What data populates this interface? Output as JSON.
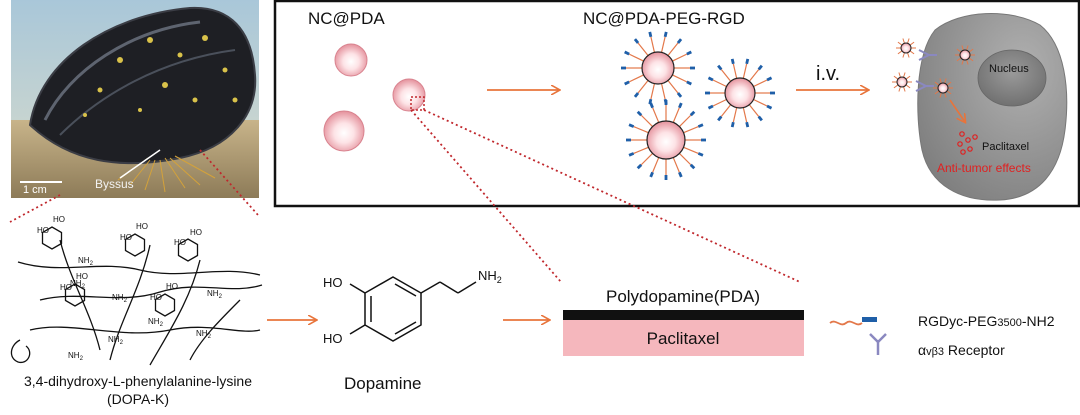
{
  "photo": {
    "scale_label": "1 cm",
    "byssus_label": "Byssus"
  },
  "panel": {
    "nc_pda_label": "NC@PDA",
    "nc_pda_peg_label": "NC@PDA-PEG-RGD",
    "iv_label": "i.v.",
    "nucleus_label": "Nucleus",
    "paclitaxel_label": "Paclitaxel",
    "antitumor_label": "Anti-tumor effects"
  },
  "molecule": {
    "dopa_name_line1": "3,4-dihydroxy-L-phenylalanine-lysine",
    "dopa_name_line2": "(DOPA-K)",
    "dopamine_name": "Dopamine",
    "ho": "HO",
    "nh2": "NH",
    "sub2": "2"
  },
  "layers": {
    "pda_label": "Polydopamine(PDA)",
    "core_label": "Paclitaxel"
  },
  "legend": {
    "peg_prefix": "RGDyc-PEG",
    "peg_sub": "3500",
    "peg_suffix": "-NH2",
    "receptor_prefix": "α",
    "receptor_sub": "vβ3",
    "receptor_suffix": "  Receptor"
  },
  "colors": {
    "arrow": "#e8743b",
    "dotted": "#c0282d",
    "bead_rim": "#d9838f",
    "peg_chain": "#e3784a",
    "peg_cap": "#1f5fa8",
    "cell": "#8e8e8e",
    "nucleus": "#707070",
    "paclitaxel_text": "#e02020",
    "pda_layer": "#111111",
    "core_layer": "#f5b7bd",
    "receptor": "#8a88c0"
  }
}
